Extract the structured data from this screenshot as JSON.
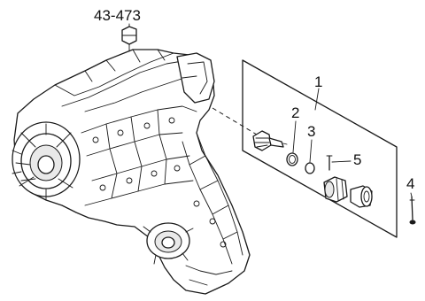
{
  "diagram": {
    "callouts": {
      "ref_part": "43-473",
      "part_1": "1",
      "part_2": "2",
      "part_3": "3",
      "part_4": "4",
      "part_5": "5"
    }
  }
}
